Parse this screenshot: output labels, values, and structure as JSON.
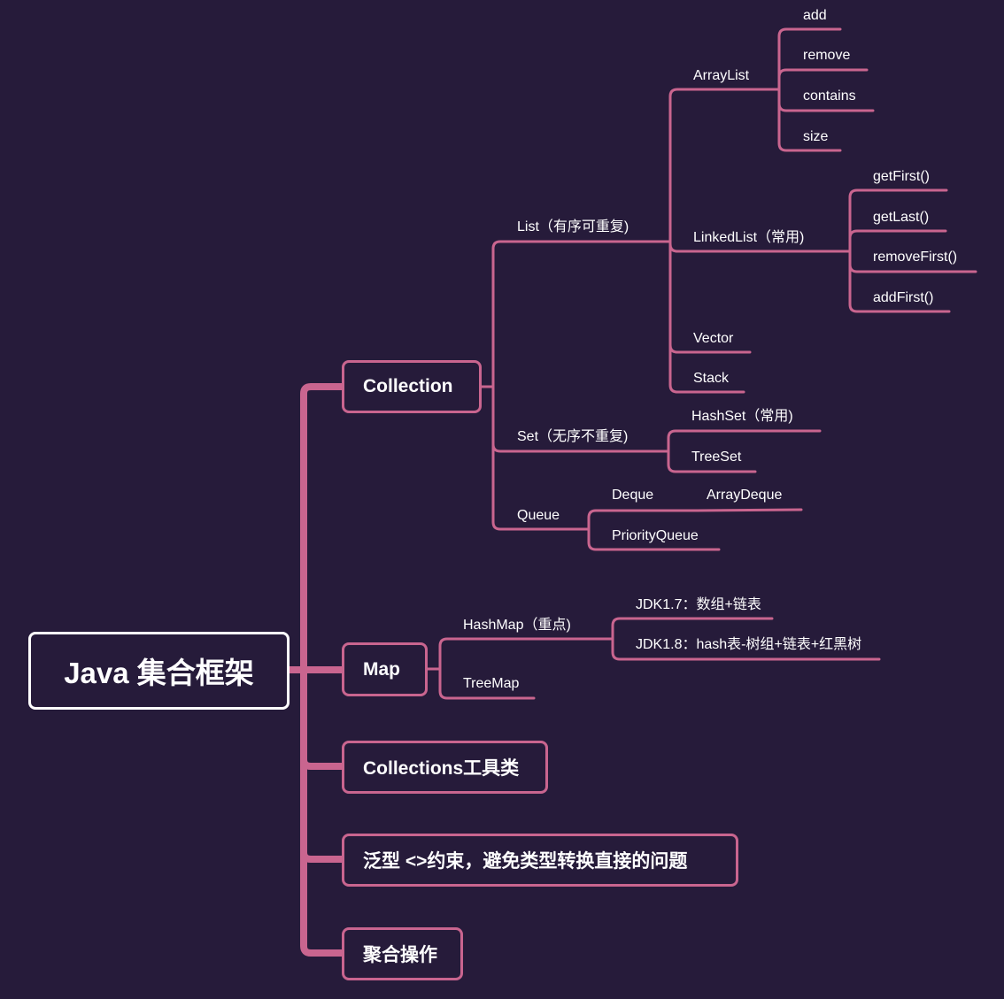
{
  "root": "Java 集合框架",
  "topics": {
    "collection": "Collection",
    "map": "Map",
    "collections_util": "Collections工具类",
    "generics": "泛型 <>约束，避免类型转换直接的问题",
    "aggregate": "聚合操作"
  },
  "collection": {
    "list": "List（有序可重复)",
    "set": "Set（无序不重复)",
    "queue": "Queue",
    "arraylist": "ArrayList",
    "arraylist_methods": [
      "add",
      "remove",
      "contains",
      "size"
    ],
    "linkedlist": "LinkedList（常用)",
    "linkedlist_methods": [
      "getFirst()",
      "getLast()",
      "removeFirst()",
      "addFirst()"
    ],
    "vector": "Vector",
    "stack": "Stack",
    "hashset": "HashSet（常用)",
    "treeset": "TreeSet",
    "deque": "Deque",
    "arraydeque": "ArrayDeque",
    "priorityqueue": "PriorityQueue"
  },
  "map": {
    "hashmap": "HashMap（重点)",
    "treemap": "TreeMap",
    "jdk17": "JDK1.7：数组+链表",
    "jdk18": "JDK1.8：hash表-树组+链表+红黑树"
  },
  "colors": {
    "background": "#261b3a",
    "branch": "#c9658f",
    "root_border": "#ffffff"
  }
}
